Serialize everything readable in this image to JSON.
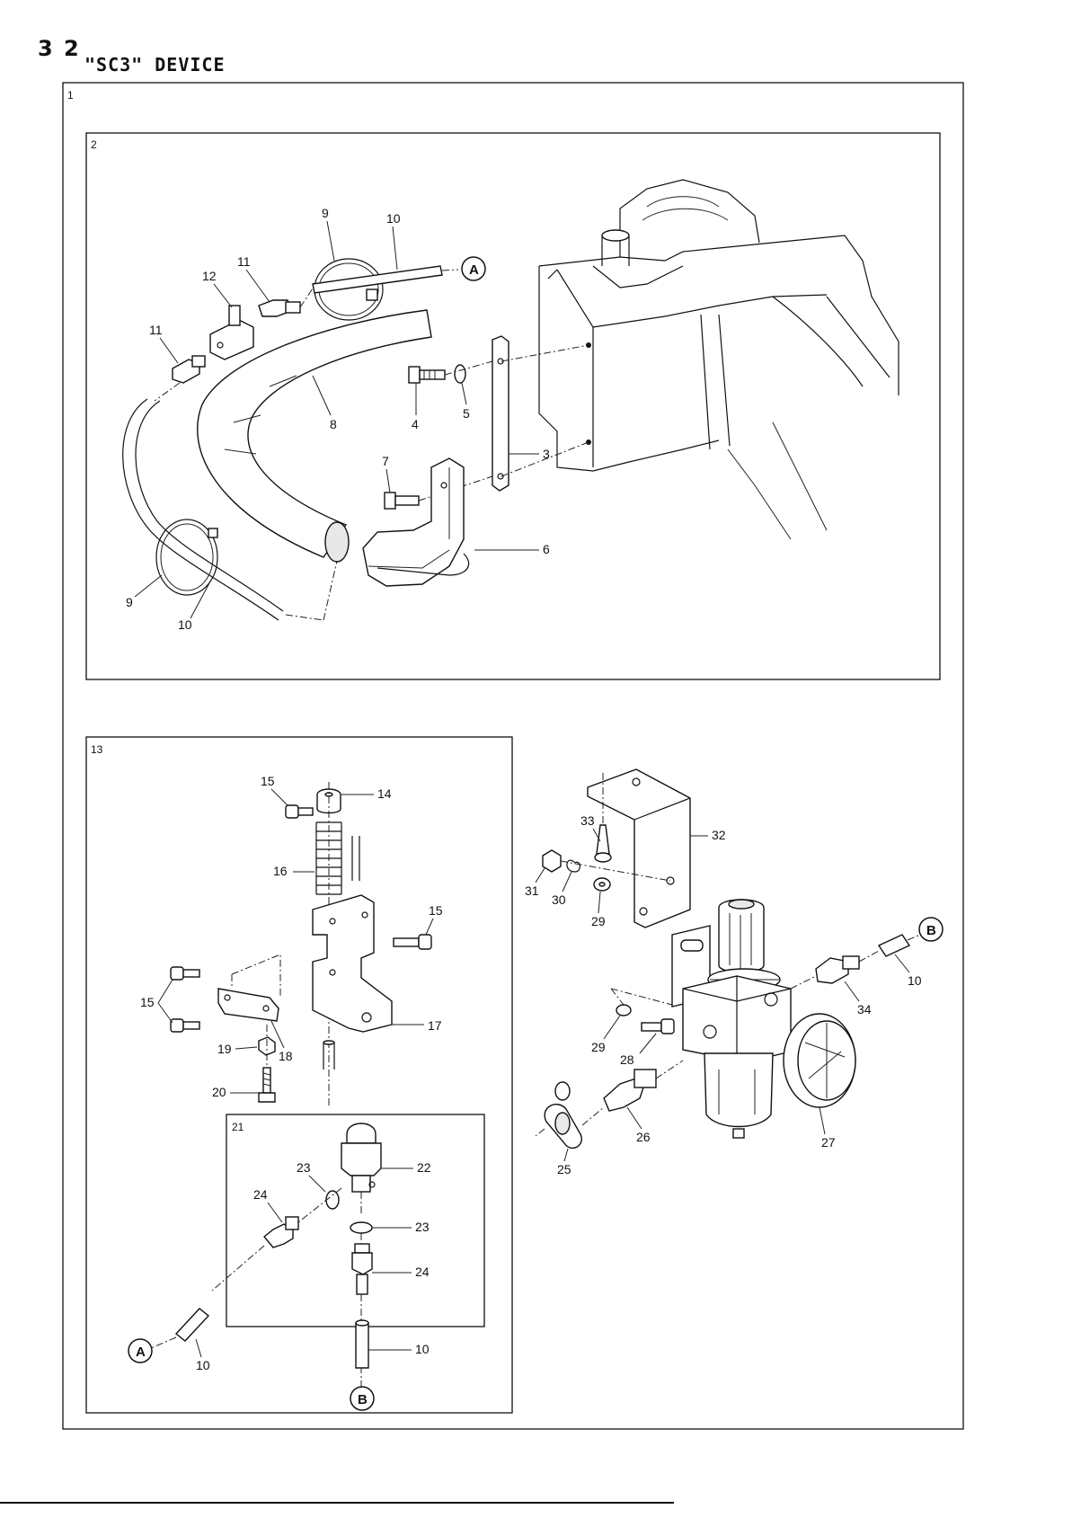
{
  "header": {
    "page_number": "3 2",
    "title": "\"SC3\" DEVICE"
  },
  "frames": {
    "outer": "1",
    "upper": "2",
    "lower_left": "13",
    "inner": "21"
  },
  "connectors": {
    "a": "A",
    "b": "B"
  },
  "callouts": {
    "p3": "3",
    "p4": "4",
    "p5": "5",
    "p6": "6",
    "p7": "7",
    "p8": "8",
    "p9a": "9",
    "p9b": "9",
    "p10a": "10",
    "p10b": "10",
    "p10c": "10",
    "p10d": "10",
    "p10e": "10",
    "p11a": "11",
    "p11b": "11",
    "p12": "12",
    "p14": "14",
    "p15a": "15",
    "p15b": "15",
    "p15c": "15",
    "p16": "16",
    "p17": "17",
    "p18": "18",
    "p19": "19",
    "p20": "20",
    "p22": "22",
    "p23a": "23",
    "p23b": "23",
    "p24a": "24",
    "p24b": "24",
    "p25": "25",
    "p26": "26",
    "p27": "27",
    "p28": "28",
    "p29a": "29",
    "p29b": "29",
    "p30": "30",
    "p31": "31",
    "p32": "32",
    "p33": "33",
    "p34": "34"
  }
}
